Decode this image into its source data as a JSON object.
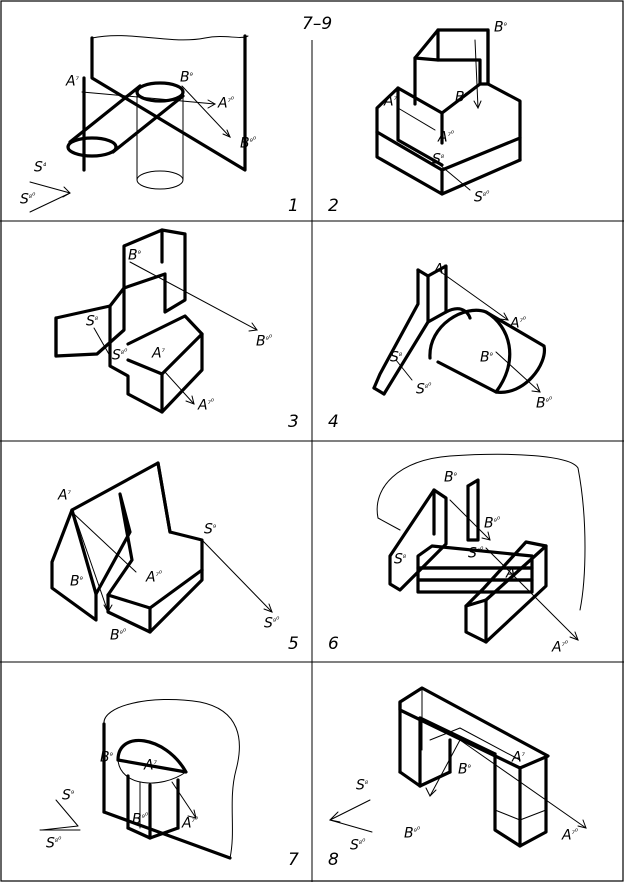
{
  "header": "7–9",
  "panels": [
    {
      "number": "1",
      "labels": {
        "A": "A",
        "A_sup": "₇",
        "B": "B",
        "B_sup": "₉",
        "A1": "A",
        "A1_sup": "₇⁰",
        "B1": "B",
        "B1_sup": "₉⁰",
        "S": "S",
        "S_sup": "₄",
        "S0": "S",
        "S0_sup": "₈⁰"
      }
    },
    {
      "number": "2",
      "labels": {
        "A": "A",
        "A_sup": "₇",
        "B": "B",
        "B_sup": "₉",
        "A1": "A",
        "A1_sup": "₇⁰",
        "B1": "B",
        "B1_sup": "₉⁰",
        "S": "S",
        "S_sup": "₈",
        "S0": "S",
        "S0_sup": "₈⁰"
      }
    },
    {
      "number": "3",
      "labels": {
        "A": "A",
        "A_sup": "₇",
        "B": "B",
        "B_sup": "₉",
        "A1": "A",
        "A1_sup": "₇⁰",
        "B1": "B",
        "B1_sup": "₉⁰",
        "S": "S",
        "S_sup": "₈",
        "S0": "S",
        "S0_sup": "₈⁰"
      }
    },
    {
      "number": "4",
      "labels": {
        "A": "A",
        "A_sup": "₇",
        "B": "B",
        "B_sup": "₉",
        "A1": "A",
        "A1_sup": "₇⁰",
        "B1": "B",
        "B1_sup": "₉⁰",
        "S": "S",
        "S_sup": "₈",
        "S0": "S",
        "S0_sup": "₈⁰"
      }
    },
    {
      "number": "5",
      "labels": {
        "A": "A",
        "A_sup": "₇",
        "B": "B",
        "B_sup": "₉",
        "A1": "A",
        "A1_sup": "₇⁰",
        "B1": "B",
        "B1_sup": "₉⁰",
        "S": "S",
        "S_sup": "₉",
        "S0": "S",
        "S0_sup": "₉⁰"
      }
    },
    {
      "number": "6",
      "labels": {
        "A": "A",
        "A_sup": "₇",
        "B": "B",
        "B_sup": "₉",
        "A1": "A",
        "A1_sup": "₇⁰",
        "B1": "B",
        "B1_sup": "₉⁰",
        "S": "S",
        "S_sup": "₈",
        "S0": "S",
        "S0_sup": "₈⁰"
      }
    },
    {
      "number": "7",
      "labels": {
        "A": "A",
        "A_sup": "₇",
        "B": "B",
        "B_sup": "₉",
        "A1": "A",
        "A1_sup": "₇⁰",
        "B1": "B",
        "B1_sup": "₉⁰",
        "S": "S",
        "S_sup": "₉",
        "S0": "S",
        "S0_sup": "₈⁰"
      }
    },
    {
      "number": "8",
      "labels": {
        "A": "A",
        "A_sup": "₇",
        "B": "B",
        "B_sup": "₉",
        "A1": "A",
        "A1_sup": "₇⁰",
        "B1": "B",
        "B1_sup": "₉⁰",
        "S": "S",
        "S_sup": "₈",
        "S0": "S",
        "S0_sup": "₈⁰"
      }
    }
  ]
}
